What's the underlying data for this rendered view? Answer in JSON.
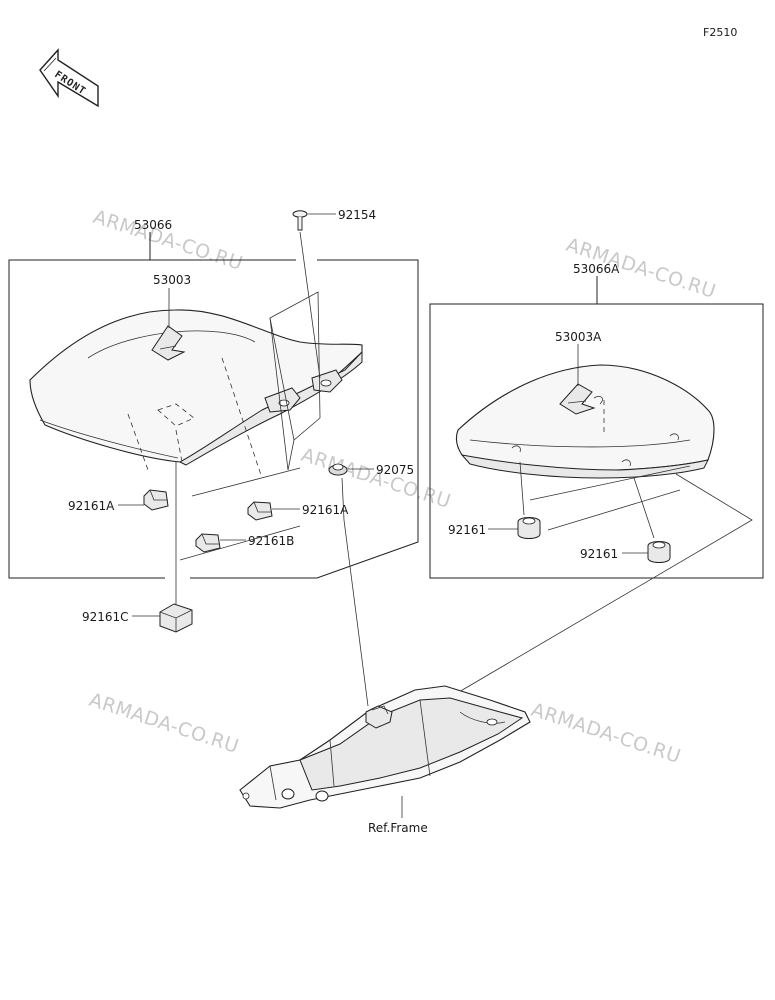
{
  "figure_code": "F2510",
  "front_label": "FRONT",
  "watermark": "ARMADA-CO.RU",
  "labels": {
    "p53066": "53066",
    "p53003": "53003",
    "p92154": "92154",
    "p92075": "92075",
    "p92161A_left": "92161A",
    "p92161A_right": "92161A",
    "p92161B": "92161B",
    "p92161C": "92161C",
    "p53066A": "53066A",
    "p53003A": "53003A",
    "p92161_upper": "92161",
    "p92161_lower": "92161",
    "ref_frame": "Ref.Frame"
  }
}
